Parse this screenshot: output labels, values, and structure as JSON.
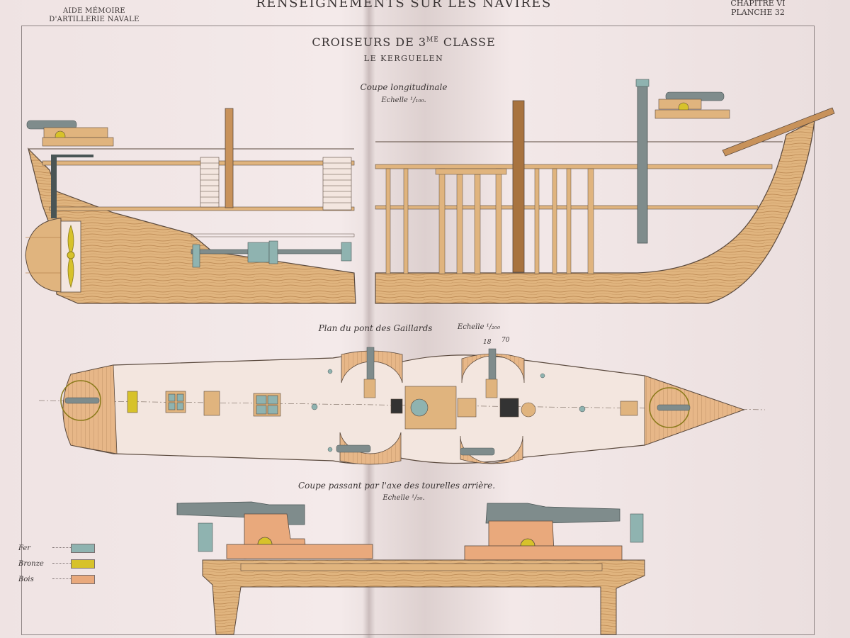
{
  "header": {
    "left_line1": "AIDE MÉMOIRE",
    "left_line2": "D'ARTILLERIE NAVALE",
    "center": "RENSEIGNEMENTS SUR LES NAVIRES",
    "right_line1": "CHAPITRE VI",
    "right_line2": "PLANCHE 32"
  },
  "title": {
    "main_pre": "CROISEURS DE 3",
    "main_sup": "ME",
    "main_post": " CLASSE",
    "ship": "LE KERGUELEN"
  },
  "sections": {
    "longitudinal": {
      "caption": "Coupe longitudinale",
      "scale": "Echelle ¹/₁₀₀."
    },
    "deck_plan": {
      "caption": "Plan du pont des Gaillards",
      "scale": "Echelle ¹/₂₀₀",
      "mark1": "18",
      "mark2": "70"
    },
    "turret_section": {
      "caption": "Coupe passant par l'axe des tourelles arrière.",
      "scale": "Echelle ¹/₅₀."
    }
  },
  "legend": [
    {
      "label": "Fer",
      "color": "#8fb3b0"
    },
    {
      "label": "Bronze",
      "color": "#d7c22a"
    },
    {
      "label": "Bois",
      "color": "#e9a97c"
    }
  ],
  "palette": {
    "wood": "#e0b47e",
    "wood_dark": "#b9854f",
    "iron": "#7f8c8c",
    "iron_light": "#8fb3b0",
    "bronze": "#d7c22a",
    "deck": "#f3e6df",
    "outline": "#5b4a3e"
  }
}
